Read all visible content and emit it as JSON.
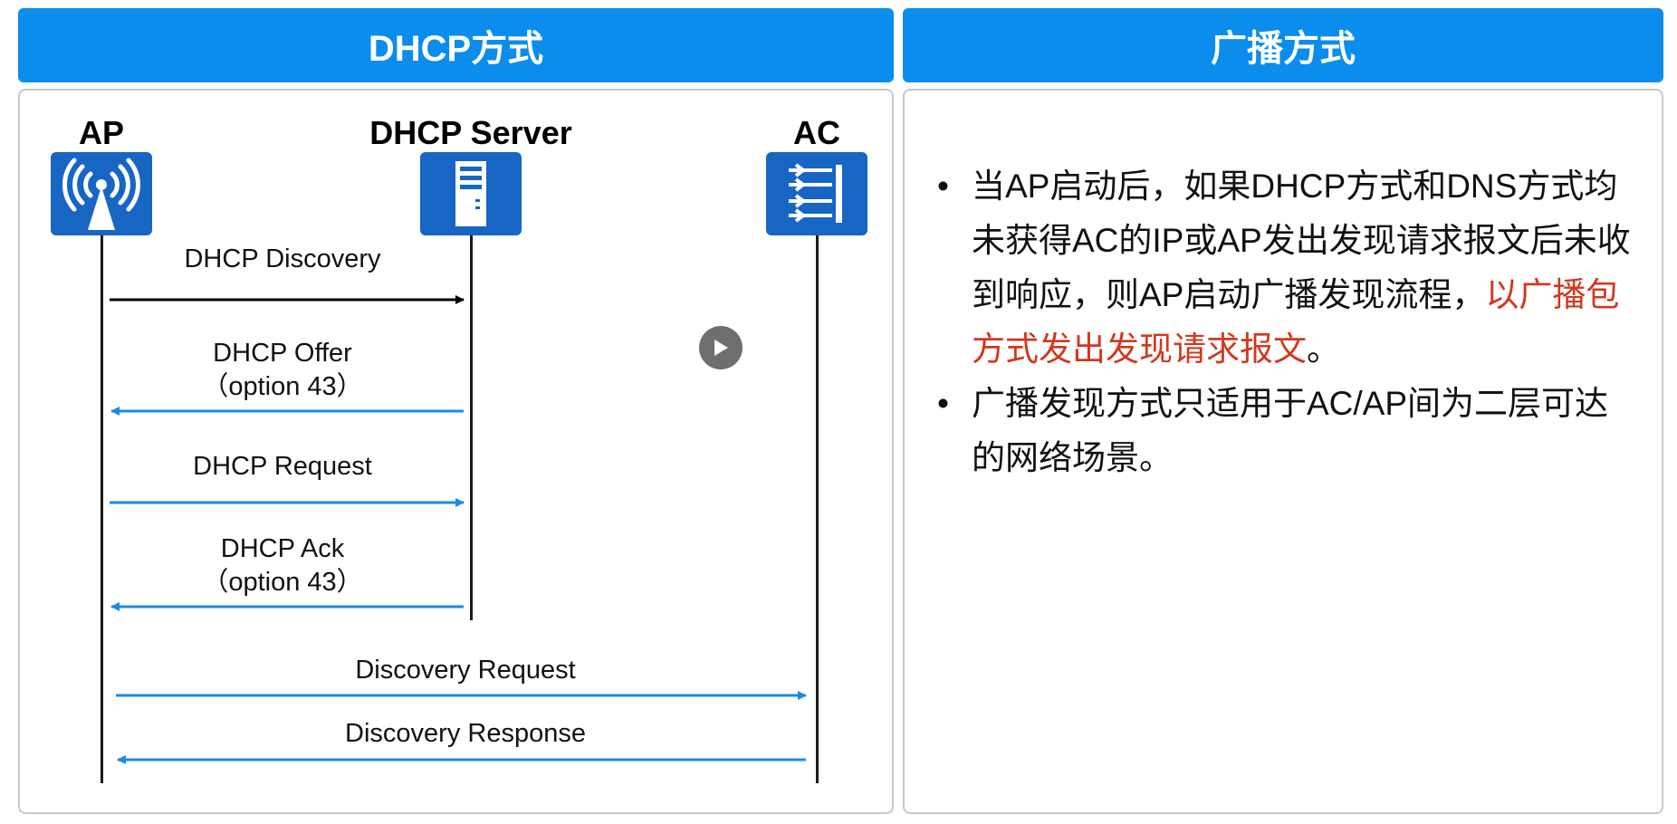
{
  "left_panel": {
    "title": "DHCP方式",
    "nodes": {
      "ap": "AP",
      "dhcp_server": "DHCP Server",
      "ac": "AC"
    },
    "messages": [
      {
        "line1": "DHCP Discovery",
        "line2": ""
      },
      {
        "line1": "DHCP Offer",
        "line2": "（option 43）"
      },
      {
        "line1": "DHCP Request",
        "line2": ""
      },
      {
        "line1": "DHCP Ack",
        "line2": "（option 43）"
      },
      {
        "line1": "Discovery Request",
        "line2": ""
      },
      {
        "line1": "Discovery Response",
        "line2": ""
      }
    ],
    "icons": [
      "wireless-ap-icon",
      "server-icon",
      "access-controller-icon",
      "play-icon"
    ]
  },
  "right_panel": {
    "title": "广播方式",
    "bullet1": {
      "text_before": "当AP启动后，如果DHCP方式和DNS方式均未获得AC的IP或AP发出发现请求报文后未收到响应，则AP启动广播发现流程，",
      "highlight": "以广播包方式发出发现请求报文",
      "text_after": "。"
    },
    "bullet2": "广播发现方式只适用于AC/AP间为二层可达的网络场景。",
    "bullet_symbol": "•"
  },
  "colors": {
    "header_bg": "#0a8dec",
    "icon_bg": "#1766c4",
    "arrow_blue": "#1a8ae8",
    "arrow_black": "#000000",
    "highlight_red": "#d0391f"
  }
}
